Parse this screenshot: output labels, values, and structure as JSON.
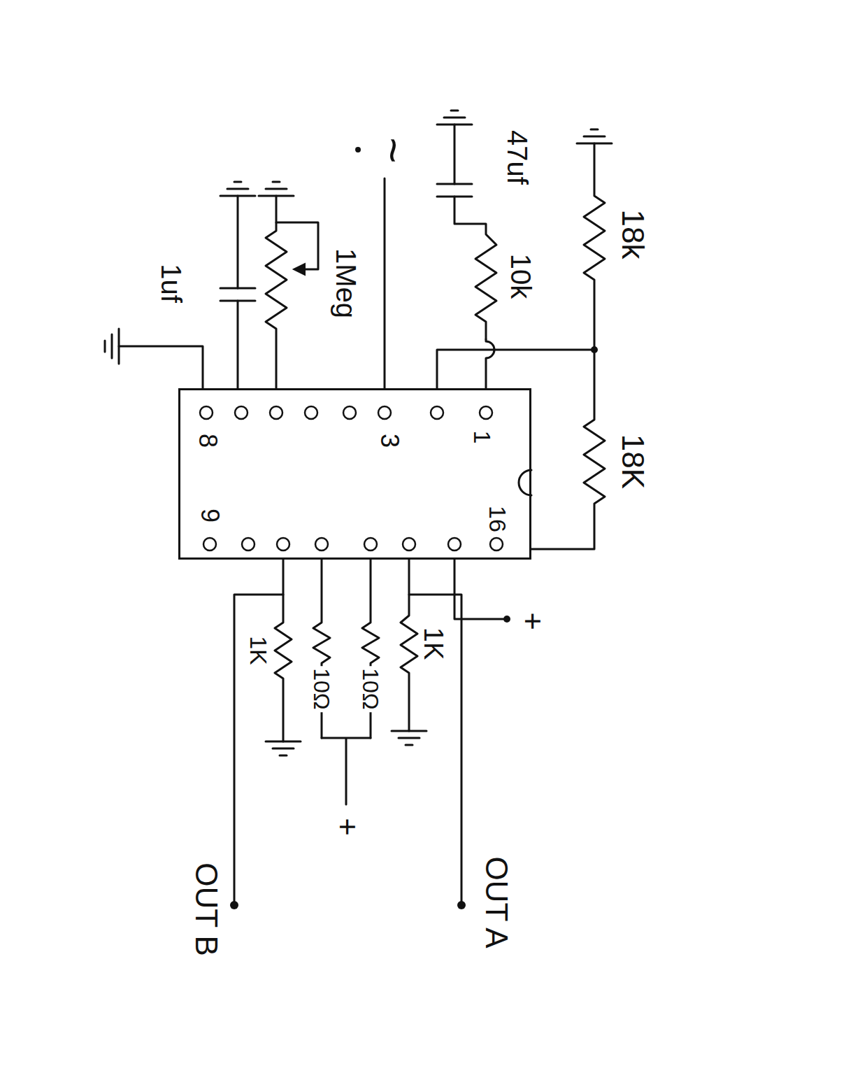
{
  "diagram": {
    "nodes": [
      {
        "text": [
          "8",
          "3",
          "1",
          "9",
          "16"
        ]
      }
    ],
    "labels": [
      "1uf",
      "1Meg",
      "~",
      "47uf",
      "10k",
      "18k",
      "18K",
      "+",
      "1K",
      "10Ω",
      "10Ω",
      "1K",
      "+",
      "OUT B",
      "OUT A"
    ]
  }
}
